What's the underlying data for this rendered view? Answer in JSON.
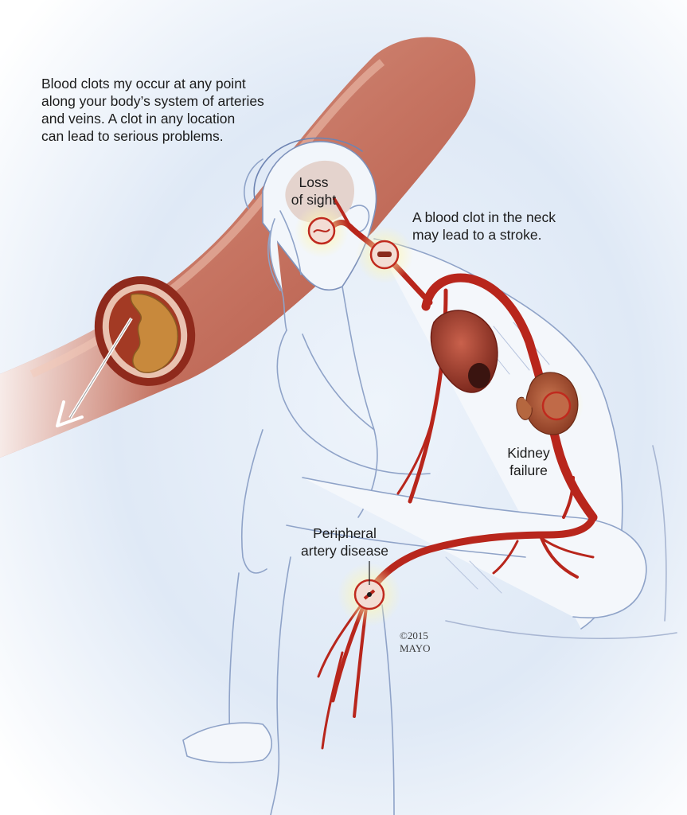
{
  "intro": {
    "lines": [
      "Blood clots my occur at any point",
      "along your body’s system of arteries",
      "and veins.  A clot in any location",
      "can lead to serious problems."
    ]
  },
  "labels": {
    "loss_of_sight": [
      "Loss",
      "of sight"
    ],
    "neck_stroke": [
      "A blood clot in the neck",
      "may lead to a stroke."
    ],
    "kidney_failure": [
      "Kidney",
      "failure"
    ],
    "peripheral": [
      "Peripheral",
      "artery disease"
    ]
  },
  "copyright": [
    "©2015",
    "MAYO"
  ],
  "colors": {
    "artery": "#b8261c",
    "artery_dark": "#7e1a12",
    "clot_plaque": "#c8893c",
    "sketch_line": "#8fa3c8",
    "glow": "#fff3a0",
    "background_blue": "#d6e4f5"
  }
}
